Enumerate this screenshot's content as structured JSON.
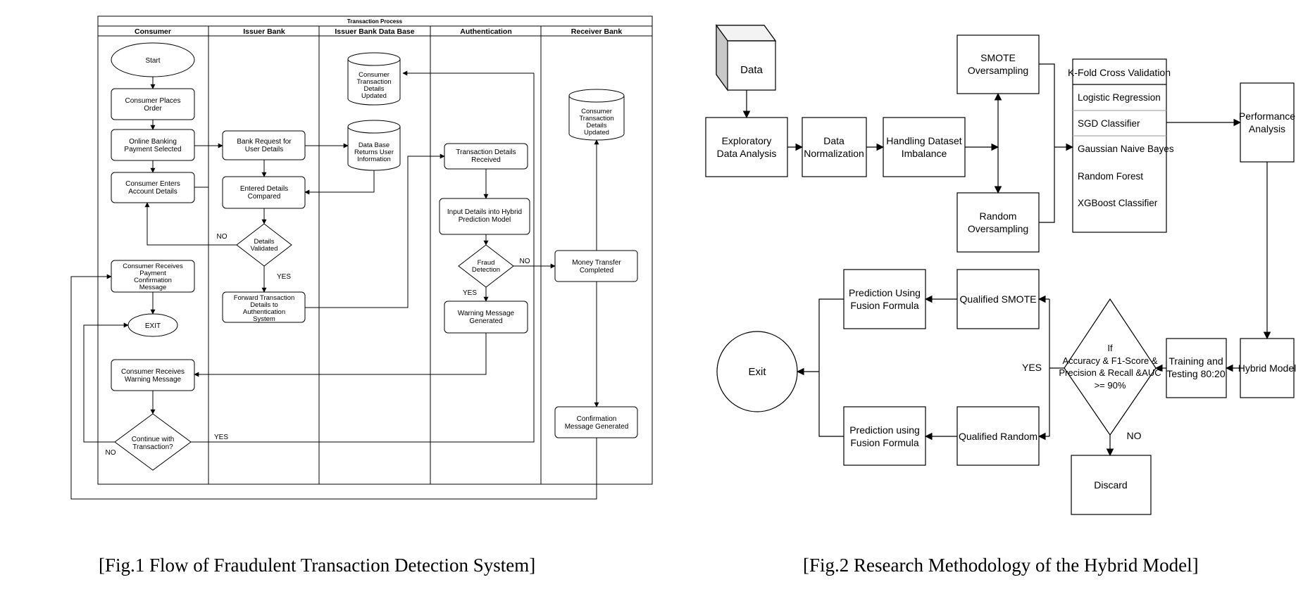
{
  "fig1": {
    "title": "Transaction Process",
    "lanes": [
      "Consumer",
      "Issuer Bank",
      "Issuer Bank Data Base",
      "Authentication",
      "Receiver Bank"
    ],
    "start": "Start",
    "consumer_places_order": [
      "Consumer Places",
      "Order"
    ],
    "online_banking": [
      "Online Banking",
      "Payment Selected"
    ],
    "consumer_enters": [
      "Consumer Enters",
      "Account Details"
    ],
    "consumer_receives_confirmation": [
      "Consumer Receives",
      "Payment",
      "Confirmation",
      "Message"
    ],
    "exit": "EXIT",
    "consumer_receives_warning": [
      "Consumer Receives",
      "Warning Message"
    ],
    "continue_decision": [
      "Continue with",
      "Transaction?"
    ],
    "bank_request": [
      "Bank Request for",
      "User Details"
    ],
    "entered_compared": [
      "Entered Details",
      "Compared"
    ],
    "details_validated": [
      "Details",
      "Validated"
    ],
    "forward_transaction": [
      "Forward Transaction",
      "Details to",
      "Authentication",
      "System"
    ],
    "db_updated": [
      "Consumer",
      "Transaction",
      "Details",
      "Updated"
    ],
    "db_returns": [
      "Data Base",
      "Returns User",
      "Information"
    ],
    "transaction_received": [
      "Transaction Details",
      "Received"
    ],
    "input_details": [
      "Input Details into Hybrid",
      "Prediction Model"
    ],
    "fraud_detection": [
      "Fraud",
      "Detection"
    ],
    "warning_generated": [
      "Warning Message",
      "Generated"
    ],
    "receiver_db_updated": [
      "Consumer",
      "Transaction",
      "Details",
      "Updated"
    ],
    "money_transfer": [
      "Money Transfer",
      "Completed"
    ],
    "confirmation_generated": [
      "Confirmation",
      "Message Generated"
    ],
    "label_no": "NO",
    "label_yes": "YES",
    "caption": "[Fig.1 Flow of Fraudulent Transaction Detection System]"
  },
  "fig2": {
    "data": "Data",
    "eda": [
      "Exploratory",
      "Data Analysis"
    ],
    "normalization": [
      "Data",
      "Normalization"
    ],
    "imbalance": [
      "Handling Dataset",
      "Imbalance"
    ],
    "smote": [
      "SMOTE",
      "Oversampling"
    ],
    "random": [
      "Random",
      "Oversampling"
    ],
    "models": [
      "K-Fold Cross Validation",
      "Logistic Regression",
      "SGD Classifier",
      "Gaussian Naive Bayes",
      "Random Forest",
      "XGBoost Classifier"
    ],
    "performance": [
      "Performance",
      "Analysis"
    ],
    "hybrid": "Hybrid Model",
    "training": [
      "Training and",
      "Testing 80:20"
    ],
    "decision": [
      "If",
      "Accuracy & F1-Score &",
      "Precision & Recall &AUC",
      ">= 90%"
    ],
    "qualified_smote": "Qualified SMOTE",
    "qualified_random": "Qualified Random",
    "prediction_smote": [
      "Prediction Using",
      "Fusion Formula"
    ],
    "prediction_random": [
      "Prediction using",
      "Fusion Formula"
    ],
    "exit": "Exit",
    "discard": "Discard",
    "label_yes": "YES",
    "label_no": "NO",
    "caption": "[Fig.2 Research Methodology of the Hybrid Model]"
  }
}
